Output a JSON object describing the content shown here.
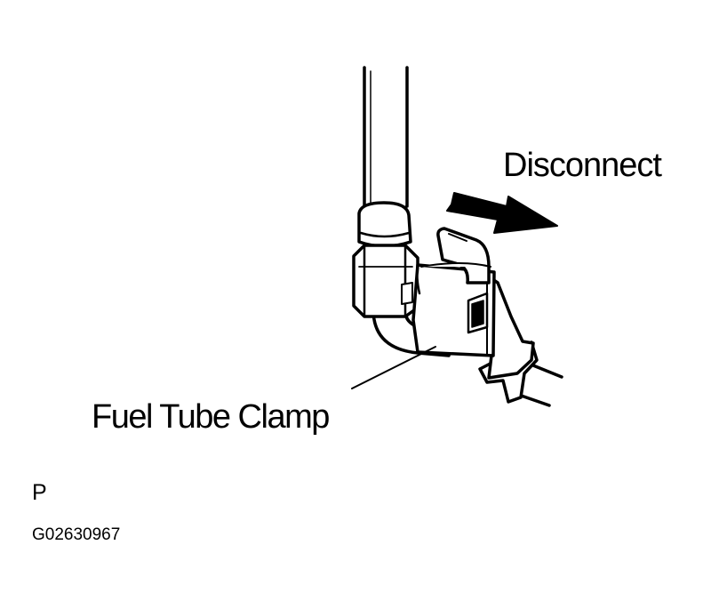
{
  "labels": {
    "disconnect": "Disconnect",
    "clamp": "Fuel Tube Clamp",
    "view_letter": "P",
    "figure_code": "G02630967"
  },
  "colors": {
    "ink": "#000000",
    "paper": "#ffffff"
  }
}
